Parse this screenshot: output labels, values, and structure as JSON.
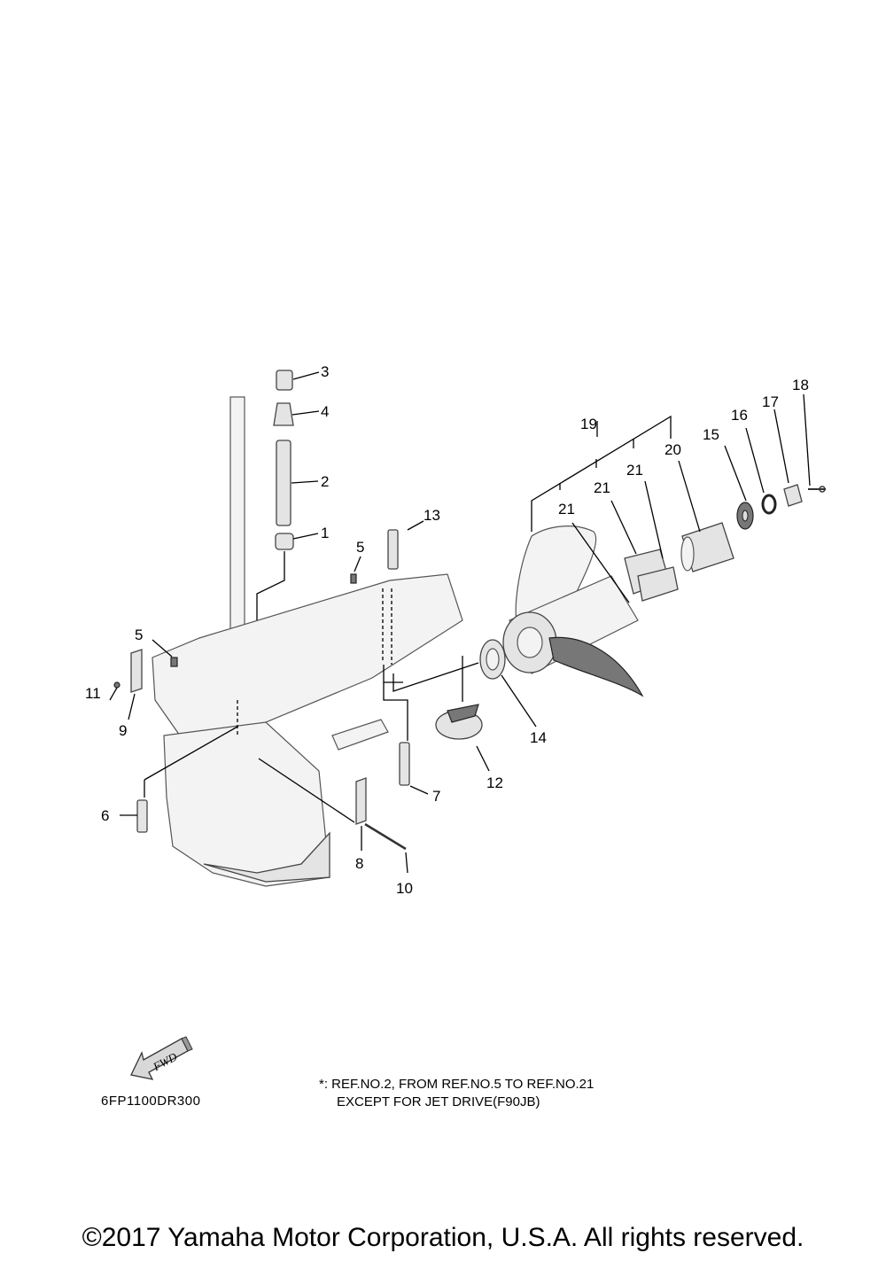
{
  "diagram": {
    "code": "6FP1100DR300",
    "fwd_label": "FWD",
    "note_line1": "*: REF.NO.2, FROM REF.NO.5 TO REF.NO.21",
    "note_line2": "EXCEPT FOR JET DRIVE(F90JB)",
    "callouts": {
      "c1": "1",
      "c2": "2",
      "c3": "3",
      "c4": "4",
      "c5a": "5",
      "c5b": "5",
      "c6": "6",
      "c7": "7",
      "c8": "8",
      "c9": "9",
      "c10": "10",
      "c11": "11",
      "c12": "12",
      "c13": "13",
      "c14": "14",
      "c15": "15",
      "c16": "16",
      "c17": "17",
      "c18": "18",
      "c19": "19",
      "c20": "20",
      "c21a": "21",
      "c21b": "21",
      "c21c": "21"
    }
  },
  "footer": {
    "copyright": "©2017 Yamaha Motor Corporation, U.S.A. All rights reserved."
  }
}
